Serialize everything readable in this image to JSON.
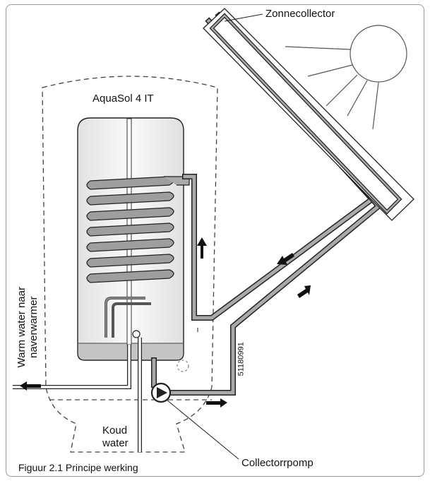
{
  "labels": {
    "product": "AquaSol 4 IT",
    "collector": "Zonnecollector",
    "pump": "Collectorrpomp",
    "cold_water_1": "Koud",
    "cold_water_2": "water",
    "warm_water_1": "Warm water naar",
    "warm_water_2": "naverwarmer",
    "code": "51180991",
    "caption": "Figuur 2.1 Principe werking"
  },
  "colors": {
    "line": "#222222",
    "pipe_fill": "#a9a9a9",
    "coil_fill": "#9e9e9e",
    "tank_fill": "#f4f4f4",
    "water_band": "#c4c4c4",
    "frame": "#9a9a9a"
  }
}
